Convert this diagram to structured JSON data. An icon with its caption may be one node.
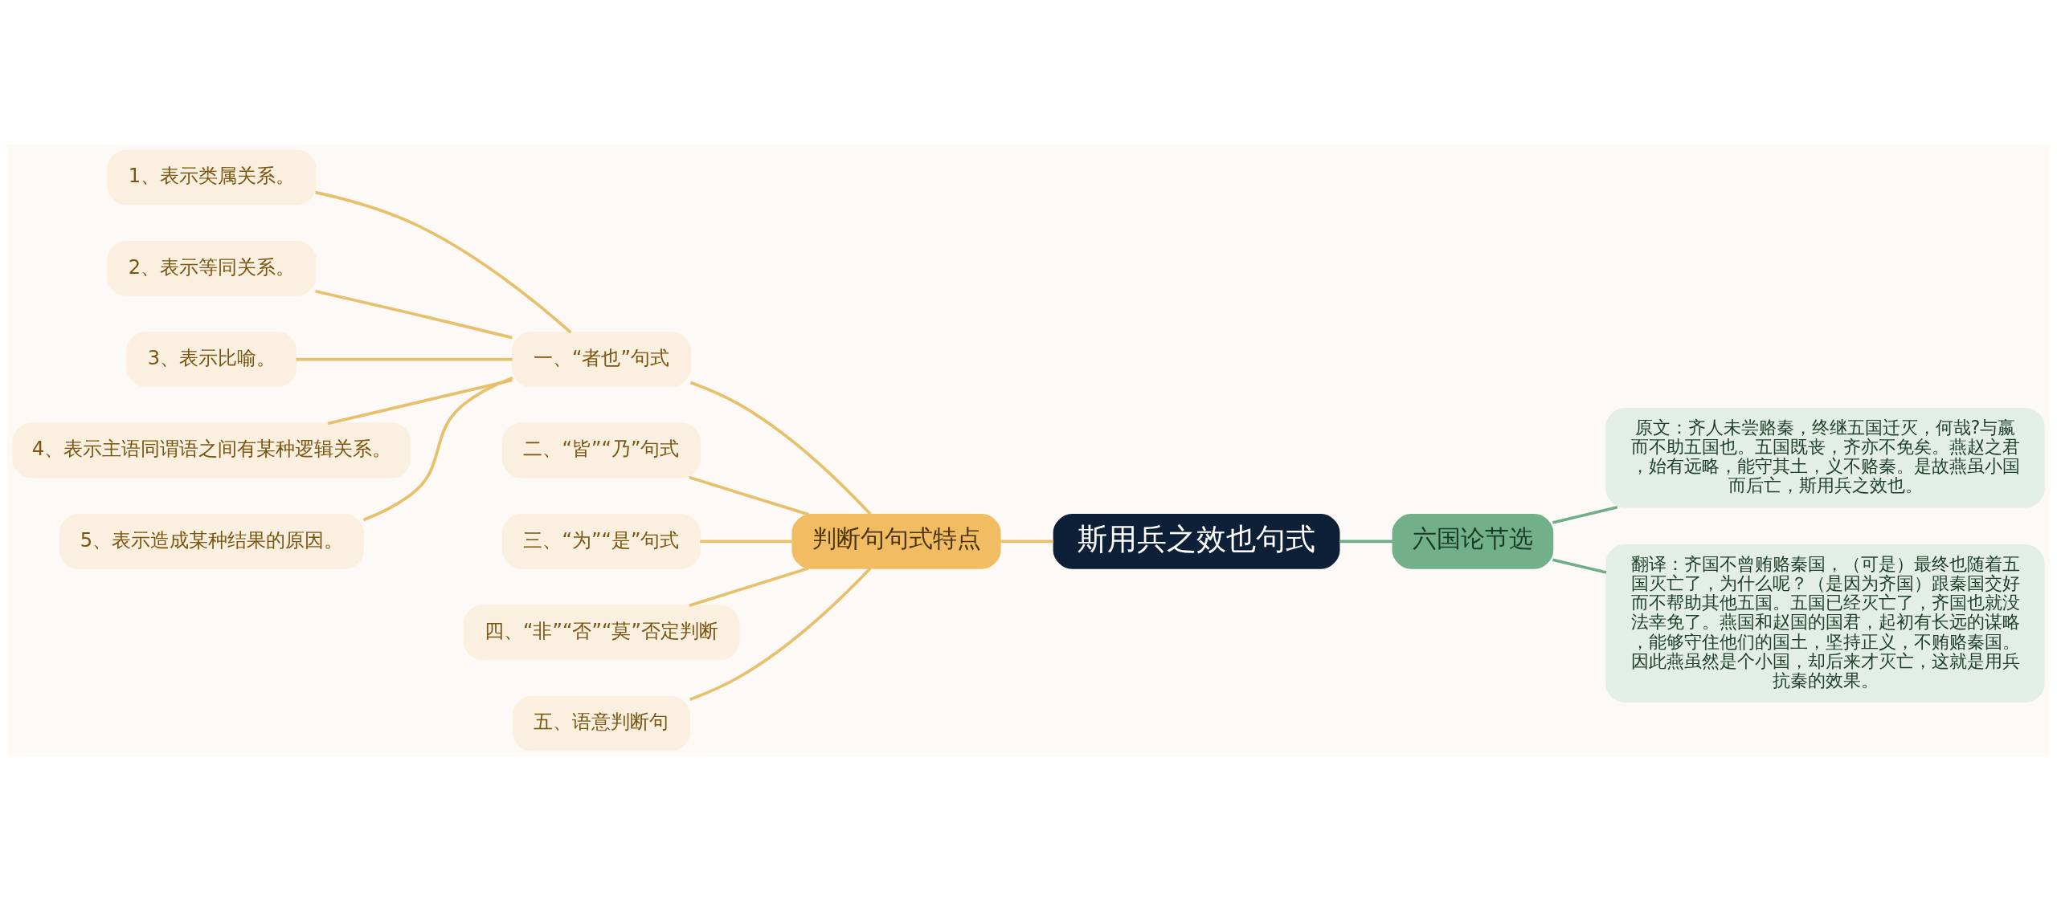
{
  "diagram": {
    "nodes": [
      {
        "text": [
          "斯用兵之效也句式"
        ]
      },
      {
        "text": [
          "判断句句式特点"
        ]
      },
      {
        "text": [
          "一、“者也”句式"
        ]
      },
      {
        "text": [
          "1、表示类属关系。"
        ]
      },
      {
        "text": [
          "2、表示等同关系。"
        ]
      },
      {
        "text": [
          "3、表示比喻。"
        ]
      },
      {
        "text": [
          "4、表示主语同谓语之间有某种逻辑关系。"
        ]
      },
      {
        "text": [
          "5、表示造成某种结果的原因。"
        ]
      },
      {
        "text": [
          "二、“皆”“乃”句式"
        ]
      },
      {
        "text": [
          "三、“为”“是”句式"
        ]
      },
      {
        "text": [
          "四、“非”“否”“莫”否定判断"
        ]
      },
      {
        "text": [
          "五、语意判断句"
        ]
      },
      {
        "text": [
          "六国论节选"
        ]
      },
      {
        "text": [
          "原文：齐人未尝赂秦，终继五国迁灭，何哉?与嬴而不助五国也。五国既丧，齐亦不免矣。燕赵之君，始有远略，能守其土，义不赂秦。是故燕虽小国而后亡，斯用兵之效也。"
        ]
      },
      {
        "text": [
          "翻译：齐国不曾贿赂秦国，（可是）最终也随着五国灭亡了，为什么呢？（是因为齐国）跟秦国交好而不帮助其他五国。五国已经灭亡了，齐国也就没法幸免了。燕国和赵国的国君，起初有长远的谋略，能够守住他们的国土，坚持正义，不贿赂秦国。因此燕虽然是个小国，却后来才灭亡，这就是用兵抗秦的效果。"
        ]
      }
    ],
    "edges": [
      {
        "from": 3,
        "to": 2,
        "arrow": "none"
      },
      {
        "from": 4,
        "to": 2,
        "arrow": "none"
      },
      {
        "from": 5,
        "to": 2,
        "arrow": "none"
      },
      {
        "from": 6,
        "to": 2,
        "arrow": "none"
      },
      {
        "from": 7,
        "to": 2,
        "arrow": "none"
      },
      {
        "from": 2,
        "to": 1,
        "arrow": "none"
      },
      {
        "from": 8,
        "to": 1,
        "arrow": "none"
      },
      {
        "from": 9,
        "to": 1,
        "arrow": "none"
      },
      {
        "from": 10,
        "to": 1,
        "arrow": "none"
      },
      {
        "from": 11,
        "to": 1,
        "arrow": "none"
      },
      {
        "from": 1,
        "to": 0,
        "arrow": "none"
      },
      {
        "from": 0,
        "to": 12,
        "arrow": "none",
        "color": "#6fae86"
      },
      {
        "from": 12,
        "to": 13,
        "arrow": "none",
        "color": "#6fae86"
      },
      {
        "from": 12,
        "to": 14,
        "arrow": "none",
        "color": "#6fae86"
      }
    ]
  }
}
